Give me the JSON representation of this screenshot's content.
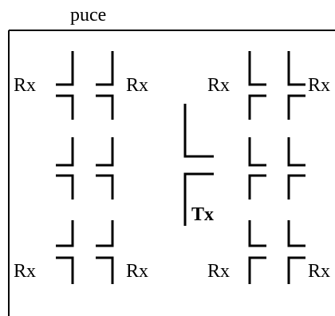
{
  "title": "puce",
  "labels": {
    "rx_top_1": "Rx",
    "rx_top_2": "Rx",
    "rx_top_3": "Rx",
    "rx_top_4": "Rx",
    "tx": "Tx",
    "rx_bottom_1": "Rx",
    "rx_bottom_2": "Rx",
    "rx_bottom_3": "Rx",
    "rx_bottom_4": "Rx"
  },
  "colors": {
    "line": "#000000",
    "background": "#ffffff"
  }
}
